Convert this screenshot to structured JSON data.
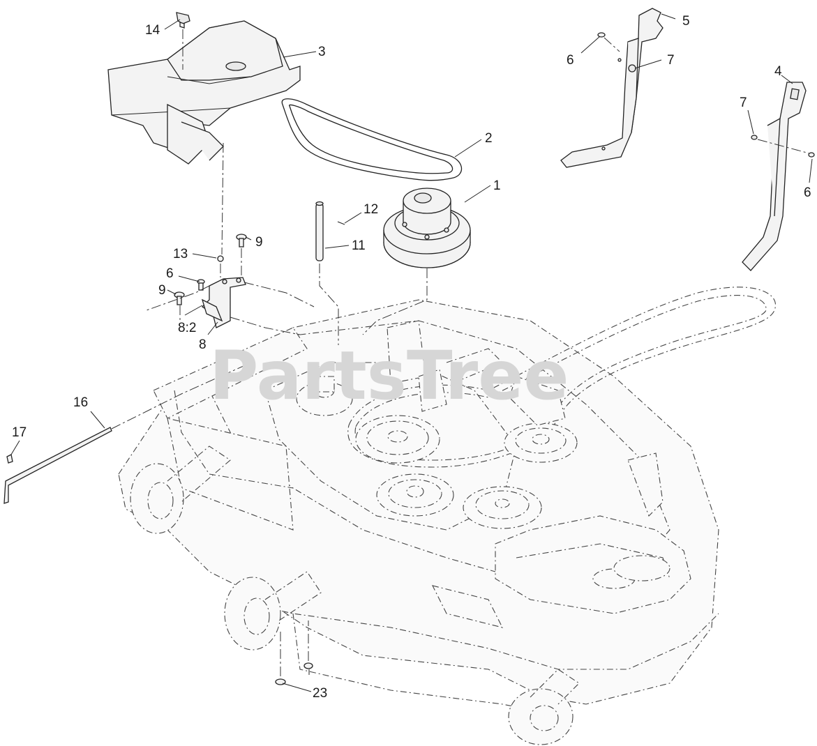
{
  "watermark": "PartsTree",
  "callouts": {
    "c1": "1",
    "c2": "2",
    "c3": "3",
    "c4": "4",
    "c5": "5",
    "c6a": "6",
    "c6b": "6",
    "c6c": "6",
    "c7a": "7",
    "c7b": "7",
    "c8": "8",
    "c8_2": "8:2",
    "c9a": "9",
    "c9b": "9",
    "c11": "11",
    "c12": "12",
    "c13": "13",
    "c14": "14",
    "c16": "16",
    "c17": "17",
    "c23": "23"
  }
}
